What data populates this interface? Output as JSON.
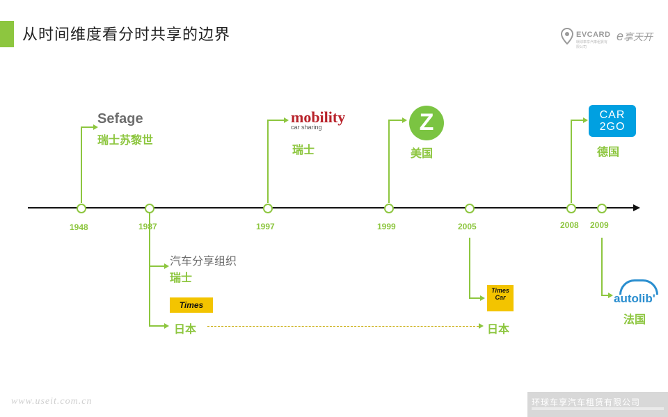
{
  "title": "从时间维度看分时共享的边界",
  "brands": {
    "evcard": "EVCARD",
    "evcard_sub": "環球車享汽車租賃有限公司",
    "second": "享天开"
  },
  "colors": {
    "accent": "#8dc63f",
    "label": "#8dc63f",
    "axis": "#111111",
    "year": "#8dc63f",
    "dashed": "#c6a800"
  },
  "timeline": {
    "years": [
      "1948",
      "1987",
      "1997",
      "1999",
      "2005",
      "2008",
      "2009"
    ]
  },
  "events": {
    "sefage": {
      "logo": "Sefage",
      "country": "瑞士苏黎世"
    },
    "org1987": {
      "name": "汽车分享组织",
      "country": "瑞士",
      "logo_icon": "times-logo",
      "logo_text": "Times",
      "country2": "日本"
    },
    "mobility": {
      "logo": "mobility",
      "logo_sub": "car sharing",
      "country": "瑞士"
    },
    "zipcar": {
      "logo": "Z",
      "country": "美国"
    },
    "times2005": {
      "logo_text": "Times Car",
      "country": "日本"
    },
    "car2go": {
      "logo_line1": "CAR",
      "logo_line2": "2GO",
      "country": "德国"
    },
    "autolib": {
      "logo": "autolib'",
      "country": "法国"
    }
  },
  "watermark": "www.useit.com.cn",
  "footer": {
    "text": "环球车享汽车租赁有限公司"
  }
}
